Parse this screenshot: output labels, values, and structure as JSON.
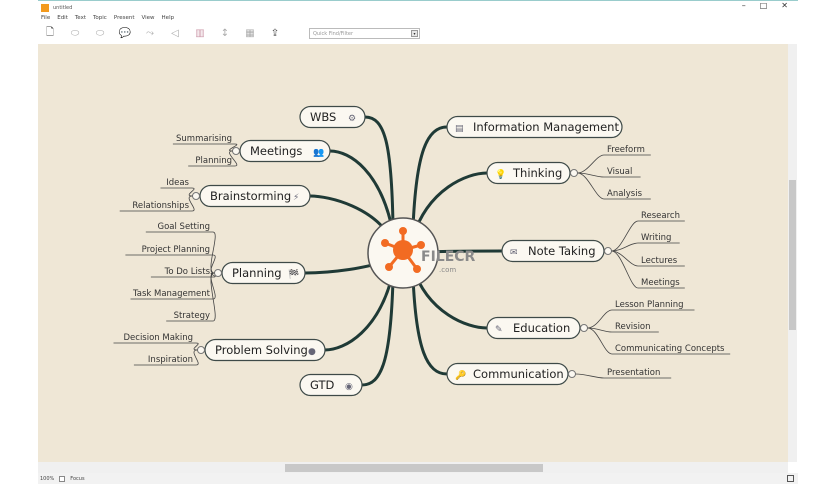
{
  "window": {
    "title": "untitled",
    "minimize": "–",
    "maximize": "□",
    "close": "✕"
  },
  "menu": [
    "File",
    "Edit",
    "Text",
    "Topic",
    "Present",
    "View",
    "Help"
  ],
  "toolbar": {
    "icons": [
      "new-map-icon",
      "topic-icon",
      "subtopic-icon",
      "callout-icon",
      "relationship-icon",
      "boundary-icon",
      "style-icon",
      "sort-icon",
      "table-icon",
      "export-icon"
    ],
    "quick_find_placeholder": "Quick Find/Filter"
  },
  "status": {
    "zoom": "100%",
    "focus_label": "Focus"
  },
  "colors": {
    "canvas": "#efe7d6",
    "branch": "#1f3a36",
    "node_border": "#3e4a48",
    "center_accent": "#f26b22"
  },
  "watermark": {
    "text": "FILECR",
    ".sub": ".com"
  },
  "mindmap": {
    "left": [
      {
        "label": "WBS",
        "icon": "⚙",
        "children": []
      },
      {
        "label": "Meetings",
        "icon": "👥",
        "children": [
          "Summarising",
          "Planning"
        ]
      },
      {
        "label": "Brainstorming",
        "icon": "⚡",
        "children": [
          "Ideas",
          "Relationships"
        ]
      },
      {
        "label": "Planning",
        "icon": "🏁",
        "children": [
          "Goal Setting",
          "Project Planning",
          "To Do Lists",
          "Task Management",
          "Strategy"
        ]
      },
      {
        "label": "Problem Solving",
        "icon": "●",
        "children": [
          "Decision Making",
          "Inspiration"
        ]
      },
      {
        "label": "GTD",
        "icon": "◉",
        "children": []
      }
    ],
    "right": [
      {
        "label": "Information Management",
        "icon": "▤",
        "children": []
      },
      {
        "label": "Thinking",
        "icon": "💡",
        "children": [
          "Freeform",
          "Visual",
          "Analysis"
        ]
      },
      {
        "label": "Note Taking",
        "icon": "✉",
        "children": [
          "Research",
          "Writing",
          "Lectures",
          "Meetings"
        ]
      },
      {
        "label": "Education",
        "icon": "✎",
        "children": [
          "Lesson Planning",
          "Revision",
          "Communicating Concepts"
        ]
      },
      {
        "label": "Communication",
        "icon": "🔑",
        "children": [
          "Presentation"
        ]
      }
    ]
  }
}
